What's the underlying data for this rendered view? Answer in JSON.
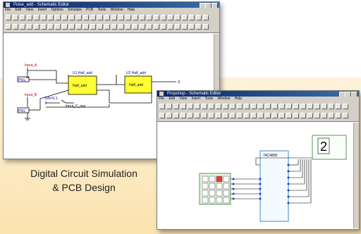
{
  "caption": {
    "line1": "Digital Circuit Simulation",
    "line2": "& PCB Design"
  },
  "window1": {
    "title": "Pulse_add - Schematic Editor",
    "menus": [
      "File",
      "Edit",
      "View",
      "Insert",
      "Options",
      "Simulate",
      "PCB",
      "Tools",
      "Window",
      "Help"
    ],
    "labels": {
      "input_a": "Input_A",
      "input_b": "Input_B",
      "sw1": "P5G",
      "sw2": "P5G",
      "tag1": "SW=S.1",
      "carry": "Input_C_any",
      "u1_label": "U1 Half_add",
      "u2_label": "U2 Half_add",
      "block1": "Half_add",
      "block2": "Half_add",
      "out": "S"
    }
  },
  "window2": {
    "title": "Propshop - Schematic Editor",
    "menus": [
      "File",
      "Edit",
      "View",
      "Insert",
      "Tools",
      "Window",
      "Help"
    ],
    "chip_label": "74C4800",
    "display_digit": "2"
  },
  "colors": {
    "block_fill": "#ffff33",
    "wire": "#000000",
    "titlebar": "#0a246a",
    "peach": "#fbe3b0"
  }
}
